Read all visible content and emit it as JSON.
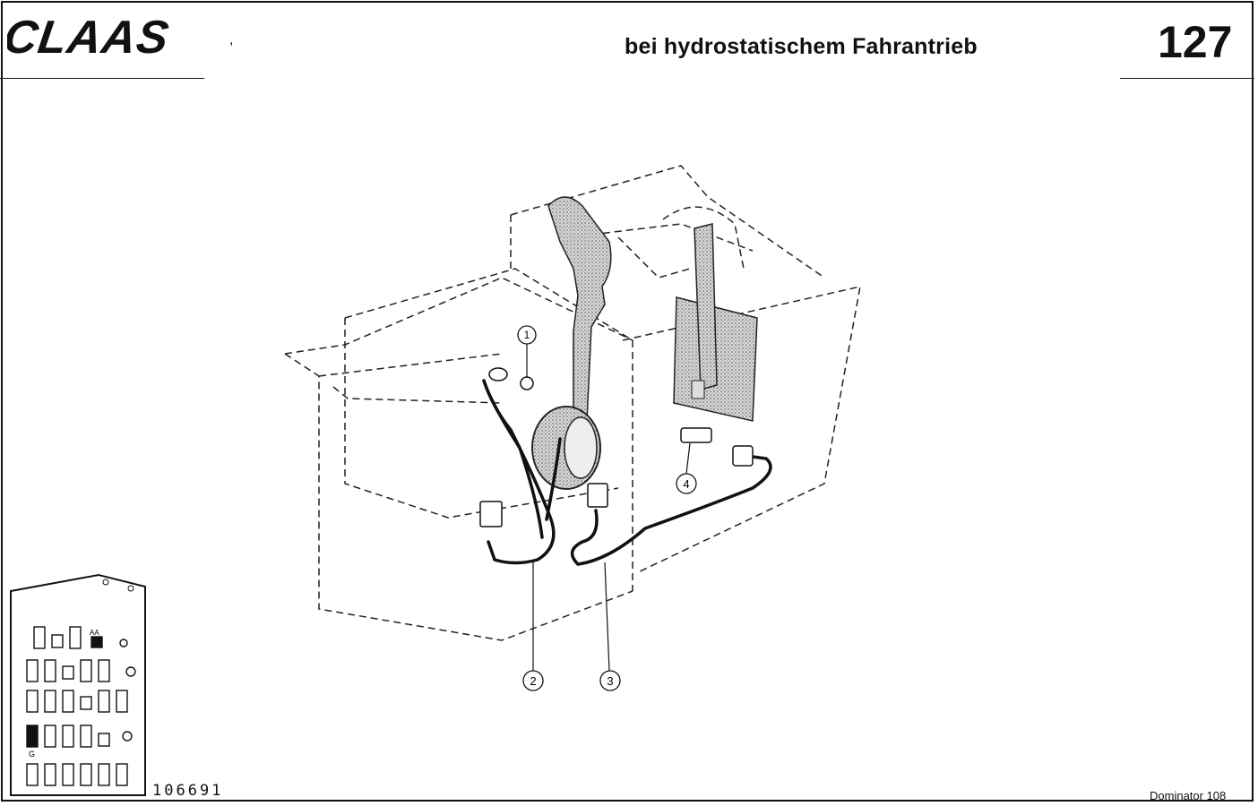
{
  "header": {
    "brand": "CLAAS",
    "title": "bei hydrostatischem Fahrantrieb",
    "page_number": "127"
  },
  "diagram": {
    "callouts": [
      "1",
      "2",
      "3",
      "4"
    ]
  },
  "fuse_panel": {
    "labels": [
      "AA",
      "G"
    ]
  },
  "footer": {
    "drawing_number": "106691",
    "model": "Dominator 108"
  }
}
